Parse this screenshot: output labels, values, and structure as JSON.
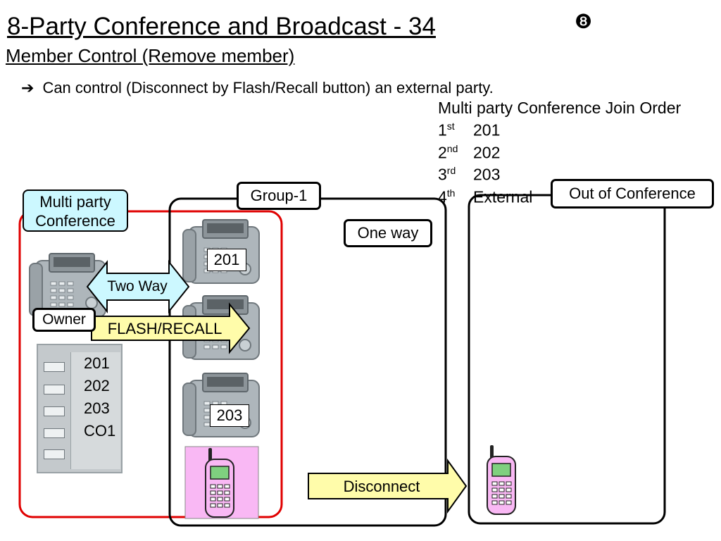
{
  "slide": {
    "title": "8-Party Conference and Broadcast - 34",
    "number_marker": "❽",
    "subtitle": "Member Control (Remove member)",
    "bullet_arrow": "➔",
    "bullet_text": "Can control (Disconnect by Flash/Recall button) an external party."
  },
  "join_order": {
    "heading": "Multi party Conference Join Order",
    "rows": [
      {
        "num": "1",
        "suffix": "st",
        "party": "201"
      },
      {
        "num": "2",
        "suffix": "nd",
        "party": "202"
      },
      {
        "num": "3",
        "suffix": "rd",
        "party": "203"
      },
      {
        "num": "4",
        "suffix": "th",
        "party": "External"
      }
    ]
  },
  "diagram": {
    "multi_party_label": "Multi party\nConference",
    "group_label": "Group-1",
    "one_way_label": "One way",
    "out_label": "Out of Conference",
    "two_way_label": "Two Way",
    "flash_label": "FLASH/RECALL",
    "owner_label": "Owner",
    "ext_201": "201",
    "ext_203": "203",
    "disconnect_label": "Disconnect",
    "panel_keys": [
      "201",
      "202",
      "203",
      "CO1"
    ],
    "colors": {
      "red_outline": "#e00000",
      "cyan_fill": "#ccf8ff",
      "yellow_fill": "#fffcaa",
      "pink_fill": "#f9b8f4",
      "phone_gray": "#aeb6bb"
    }
  }
}
